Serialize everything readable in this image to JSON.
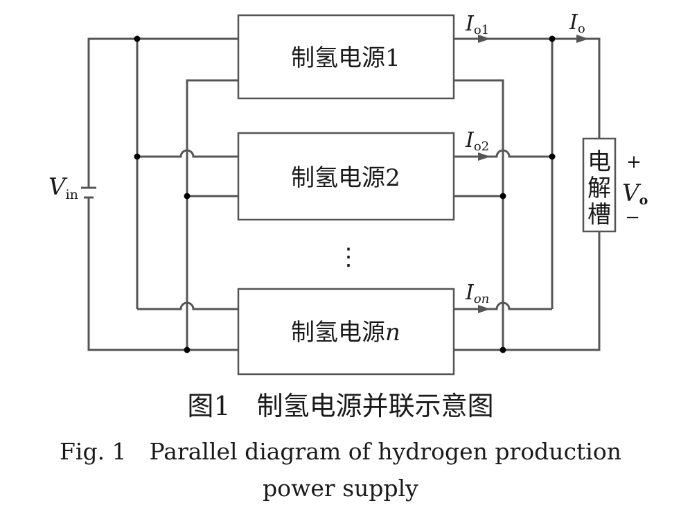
{
  "diagram": {
    "modules": [
      "制氢电源1",
      "制氢电源2",
      "制氢电源"
    ],
    "module_n_suffix": "n",
    "ellipsis": "⋮",
    "input_label": "V",
    "input_sub": "in",
    "currents": [
      {
        "sym": "I",
        "sub": "o1"
      },
      {
        "sym": "I",
        "sub": "o2"
      },
      {
        "sym": "I",
        "sub": "on"
      }
    ],
    "output_current": {
      "sym": "I",
      "sub": "o"
    },
    "load_chars": [
      "电",
      "解",
      "槽"
    ],
    "output_voltage": {
      "sym": "V",
      "sub": "o"
    },
    "plus": "+",
    "minus": "−"
  },
  "caption": {
    "cn": "图1　制氢电源并联示意图",
    "en_line1": "Fig. 1　Parallel diagram of hydrogen production",
    "en_line2": "power supply"
  }
}
